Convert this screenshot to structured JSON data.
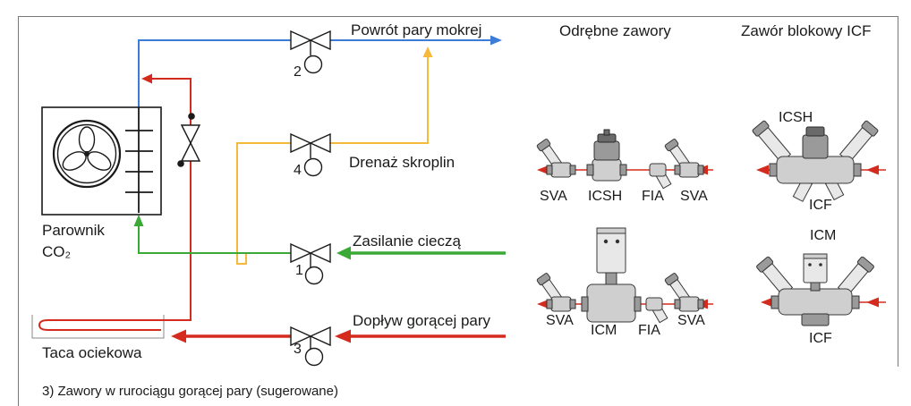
{
  "evaporator": {
    "name": "Parownik",
    "medium": "CO₂"
  },
  "drain_tray": {
    "label": "Taca ociekowa"
  },
  "lines": {
    "wet_return": {
      "label": "Powrót pary mokrej",
      "valve_number": "2",
      "color": "#3b7dd6"
    },
    "condensate_drain": {
      "label": "Drenaż skroplin",
      "valve_number": "4",
      "color": "#f6b93b"
    },
    "liquid_supply": {
      "label": "Zasilanie cieczą",
      "valve_number": "1",
      "color": "#3aa935"
    },
    "hot_gas_supply": {
      "label": "Dopływ gorącej pary",
      "valve_number": "3",
      "color": "#d52b1e"
    }
  },
  "separate_valves": {
    "heading": "Odrębne zawory",
    "upper_set": [
      "SVA",
      "ICSH",
      "FIA",
      "SVA"
    ],
    "lower_set": [
      "SVA",
      "ICM",
      "FIA",
      "SVA"
    ]
  },
  "block_valve": {
    "heading": "Zawór blokowy ICF",
    "upper_unit": {
      "actuator": "ICSH",
      "block": "ICF"
    },
    "lower_unit": {
      "actuator": "ICM",
      "block": "ICF"
    }
  },
  "caption": "3) Zawory w rurociągu gorącej pary (sugerowane)"
}
